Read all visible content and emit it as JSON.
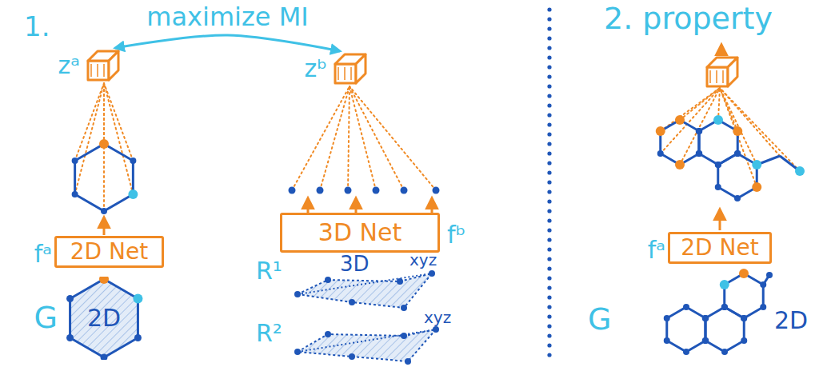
{
  "diagram": {
    "nodes": [
      {
        "text": [
          "zᵃ"
        ]
      },
      {
        "text": [
          "zᵇ"
        ]
      },
      {
        "text": [
          "2D Net",
          "fᵃ"
        ]
      },
      {
        "text": [
          "G",
          "2D"
        ]
      },
      {
        "text": [
          "3D Net",
          "fᵇ"
        ]
      },
      {
        "text": [
          "2D Net",
          "fᵃ"
        ]
      }
    ],
    "edges": [
      {
        "from": 0,
        "to": 1,
        "label": "maximize MI",
        "arrow": "both"
      }
    ],
    "labels": [
      "1.",
      "2. property",
      "R¹",
      "3D",
      "xyz",
      "R²",
      "xyz",
      "G",
      "2D"
    ]
  }
}
